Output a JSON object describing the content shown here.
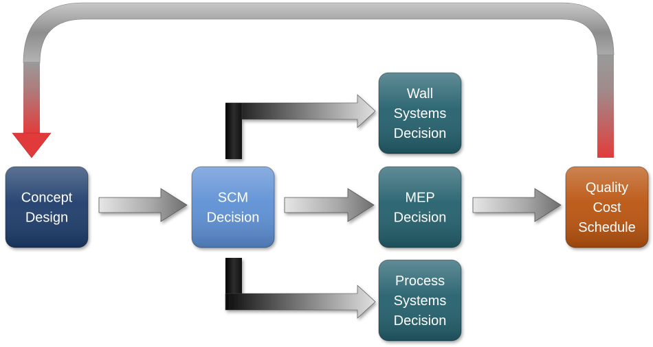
{
  "nodes": {
    "concept_design": {
      "lines": [
        "Concept",
        "Design"
      ],
      "color": "#1b3a6a"
    },
    "scm_decision": {
      "lines": [
        "SCM",
        "Decision"
      ],
      "color": "#5b8fd4"
    },
    "wall_systems_decision": {
      "lines": [
        "Wall",
        "Systems",
        "Decision"
      ],
      "color": "#235e6c"
    },
    "mep_decision": {
      "lines": [
        "MEP",
        "Decision"
      ],
      "color": "#235e6c"
    },
    "process_systems_decision": {
      "lines": [
        "Process",
        "Systems",
        "Decision"
      ],
      "color": "#235e6c"
    },
    "quality_cost_schedule": {
      "lines": [
        "Quality",
        "Cost",
        "Schedule"
      ],
      "color": "#b9520d"
    }
  },
  "colors": {
    "arrow_light": "#dcdcdc",
    "arrow_dark": "#1a1a1a",
    "feedback_red": "#e03a3a",
    "feedback_gray": "#9a9a9a"
  }
}
